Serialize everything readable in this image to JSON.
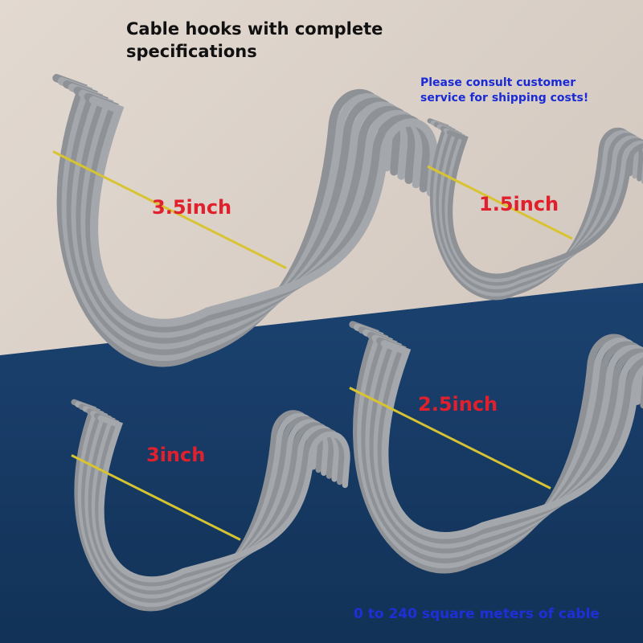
{
  "title": "Cable hooks with complete specifications",
  "shipping_note": "Please consult customer service for shipping costs!",
  "sizes": {
    "large": "3.5inch",
    "small": "1.5inch",
    "medium": "2.5inch",
    "medium_small": "3inch"
  },
  "footer": "0 to 240 square meters of cable",
  "colors": {
    "background_light": "#d9cfc6",
    "background_dark": "#163a63",
    "size_label": "#e0202c",
    "info_text": "#1f2fd8",
    "title_text": "#111111",
    "metal": "#8e9296",
    "tie": "#d8c430"
  }
}
